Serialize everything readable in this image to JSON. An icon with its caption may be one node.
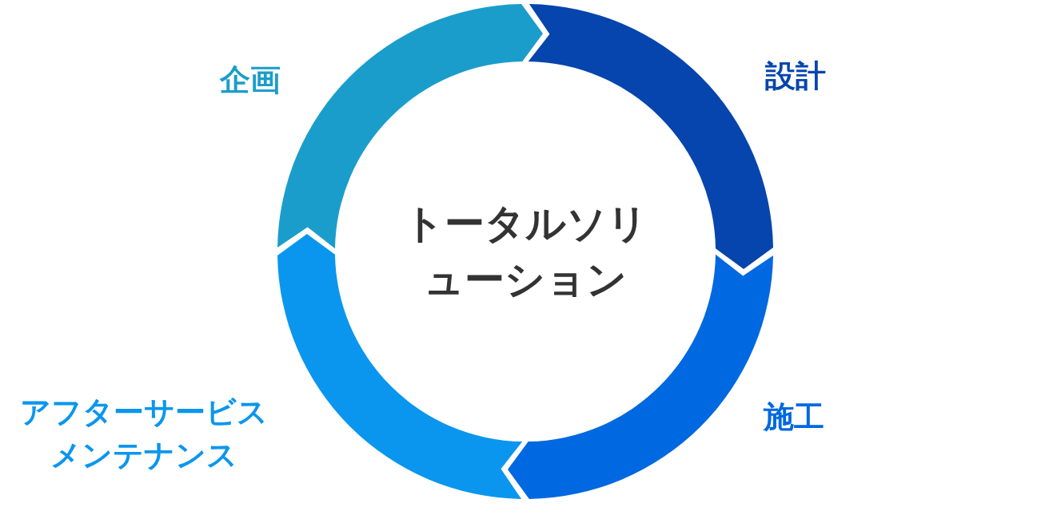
{
  "diagram": {
    "nodes": [
      {
        "text": [
          "企画"
        ]
      },
      {
        "text": [
          "設計"
        ]
      },
      {
        "text": [
          "施工"
        ]
      },
      {
        "text": [
          "アフターサービスメンテナンス"
        ]
      }
    ],
    "labels": [
      "トータルソリューション"
    ]
  }
}
